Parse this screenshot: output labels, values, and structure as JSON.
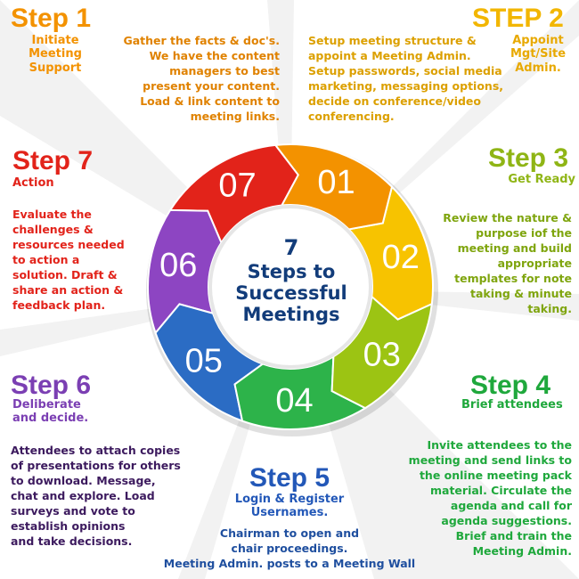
{
  "center": {
    "number": "7",
    "line1": "Steps to",
    "line2": "Successful",
    "line3": "Meetings"
  },
  "segments": [
    {
      "label": "01",
      "color": "#f39200"
    },
    {
      "label": "02",
      "color": "#f7c300"
    },
    {
      "label": "03",
      "color": "#9cc413"
    },
    {
      "label": "04",
      "color": "#2db34a"
    },
    {
      "label": "05",
      "color": "#2b6cc4"
    },
    {
      "label": "06",
      "color": "#8d45c2"
    },
    {
      "label": "07",
      "color": "#e2231a"
    }
  ],
  "steps": {
    "s1": {
      "title": "Step 1",
      "subtitle": "Initiate\nMeeting\nSupport",
      "body": "Gather the facts & doc's.\nWe have the content\nmanagers to best\npresent your content.\nLoad & link content to\nmeeting links.",
      "color": "#f39200"
    },
    "s2": {
      "title": "STEP 2",
      "subtitle": "Appoint\nMgt/Site\nAdmin.",
      "body": "Setup meeting structure &\nappoint a Meeting Admin.\nSetup passwords, social media\nmarketing, messaging options,\ndecide on conference/video\nconferencing.",
      "color": "#f2b600"
    },
    "s3": {
      "title": "Step 3",
      "subtitle": "Get Ready",
      "body": "Review the nature  &\npurpose iof the\nmeeting and build\nappropriate\ntemplates for note\ntaking & minute\ntaking.",
      "color": "#8fb515"
    },
    "s4": {
      "title": "Step 4",
      "subtitle": "Brief attendees",
      "body": "Invite attendees to the\nmeeting and send links to\nthe online meeting pack\nmaterial. Circulate the\nagenda and call for\nagenda suggestions.\nBrief and train the\nMeeting Admin.",
      "color": "#1fa83c"
    },
    "s5": {
      "title": "Step 5",
      "subtitle": "Login & Register\nUsernames.",
      "body": "Chairman to open and\nchair proceedings.\nMeeting Admin. posts to a Meeting Wall",
      "color": "#2358b8"
    },
    "s6": {
      "title": "Step 6",
      "subtitle": "Deliberate\nand decide.",
      "body": "Attendees to attach copies\nof presentations for others\nto download.  Message,\nchat and explore. Load\nsurveys and vote to\nestablish opinions\nand take decisions.",
      "color": "#7b3fb3",
      "body_color": "#3c1a5e"
    },
    "s7": {
      "title": "Step 7",
      "subtitle": "Action",
      "body": "Evaluate the\nchallenges &\nresources needed\nto action a\nsolution. Draft &\nshare an action &\nfeedback plan.",
      "color": "#e2231a"
    }
  }
}
